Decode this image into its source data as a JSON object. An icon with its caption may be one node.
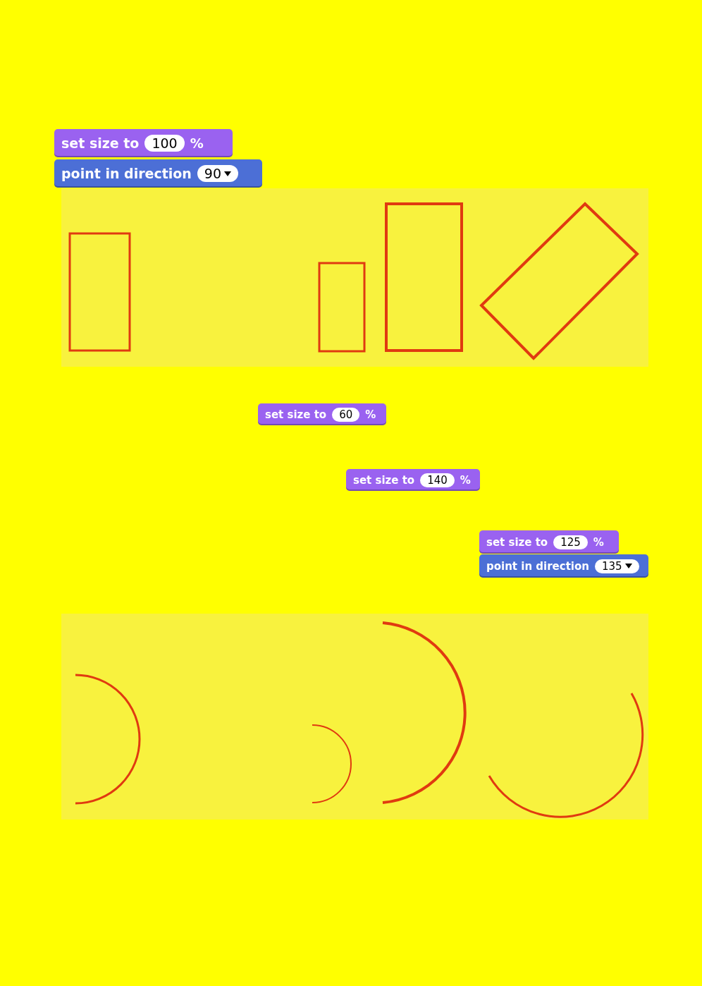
{
  "diagram": {
    "nodes": [
      {
        "text": [
          "set size to",
          "100",
          "%"
        ]
      },
      {
        "text": [
          "point in direction",
          "90"
        ]
      },
      {
        "text": [
          "set size to",
          "60",
          "%"
        ]
      },
      {
        "text": [
          "set size to",
          "140",
          "%"
        ]
      },
      {
        "text": [
          "set size to",
          "125",
          "%"
        ]
      },
      {
        "text": [
          "point in direction",
          "135"
        ]
      }
    ]
  }
}
